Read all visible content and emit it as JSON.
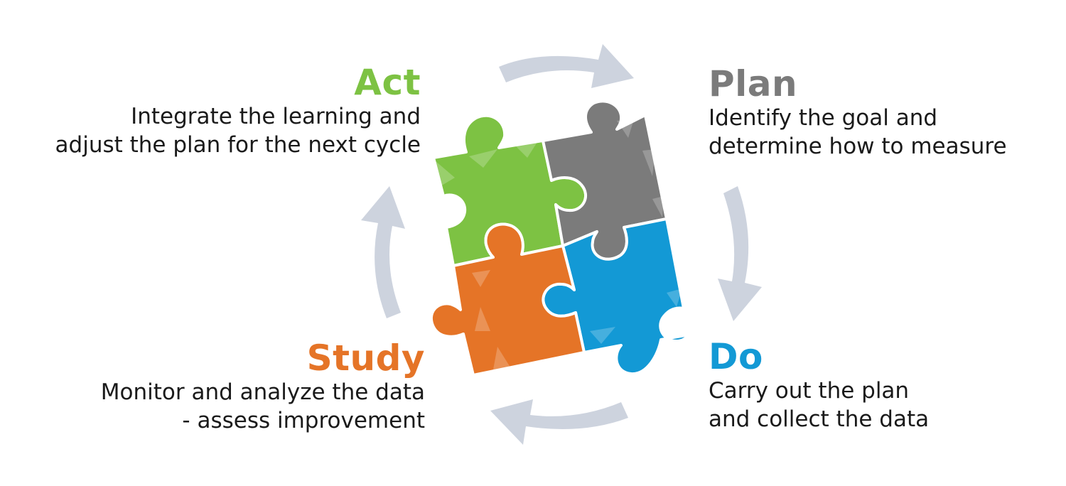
{
  "colors": {
    "act": "#7DC243",
    "plan": "#7B7B7B",
    "do": "#1399D5",
    "study": "#E57427",
    "arrow": "#CDD3DE",
    "text": "#1A1A1A"
  },
  "phases": {
    "act": {
      "title": "Act",
      "line1": "Integrate the learning and",
      "line2": "adjust the plan for the next cycle"
    },
    "plan": {
      "title": "Plan",
      "line1": "Identify the goal and",
      "line2": "determine how to measure"
    },
    "do": {
      "title": "Do",
      "line1": "Carry out the plan",
      "line2": "and collect the data"
    },
    "study": {
      "title": "Study",
      "line1": "Monitor and analyze the data",
      "line2": "- assess improvement"
    }
  },
  "icons": {
    "arrows": [
      "cycle-arrow-top-icon",
      "cycle-arrow-right-icon",
      "cycle-arrow-bottom-icon",
      "cycle-arrow-left-icon"
    ],
    "pieces": [
      "puzzle-piece-act-icon",
      "puzzle-piece-plan-icon",
      "puzzle-piece-do-icon",
      "puzzle-piece-study-icon"
    ]
  }
}
